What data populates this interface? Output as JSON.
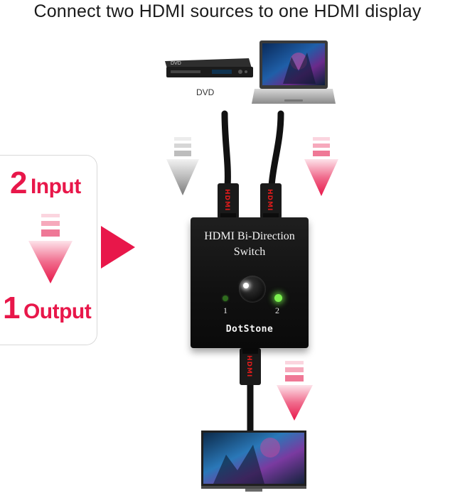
{
  "headline": "Connect two HDMI sources to one HDMI display",
  "sources": {
    "dvd_label": "DVD",
    "dvd_front_text": "DVD"
  },
  "side_panel": {
    "input_count": "2",
    "input_word": "Input",
    "output_count": "1",
    "output_word": "Output"
  },
  "switch": {
    "title_line1": "HDMI Bi-Direction",
    "title_line2": "Switch",
    "port_1": "1",
    "port_2": "2",
    "brand": "DotStone"
  },
  "cable_plug_text": "HDMI",
  "colors": {
    "accent_red": "#e8174a",
    "arrow_gray": "#8c8c8c",
    "led_green": "#6fe04a",
    "switch_body": "#141414"
  }
}
